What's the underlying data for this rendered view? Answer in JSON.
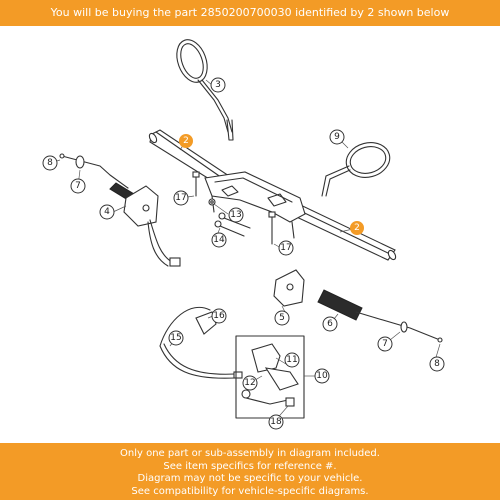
{
  "header": {
    "text": "You will be buying the part 2850200700030 identified by 2 shown below",
    "color": "#f39b26"
  },
  "diagram": {
    "title": "",
    "callouts": [
      {
        "id": "c2a",
        "label": "2",
        "highlighted": true
      },
      {
        "id": "c2b",
        "label": "2",
        "highlighted": true
      },
      {
        "id": "c3",
        "label": "3",
        "highlighted": false
      },
      {
        "id": "c4",
        "label": "4",
        "highlighted": false
      },
      {
        "id": "c5",
        "label": "5",
        "highlighted": false
      },
      {
        "id": "c6",
        "label": "6",
        "highlighted": false
      },
      {
        "id": "c7a",
        "label": "7",
        "highlighted": false
      },
      {
        "id": "c7b",
        "label": "7",
        "highlighted": false
      },
      {
        "id": "c8a",
        "label": "8",
        "highlighted": false
      },
      {
        "id": "c8b",
        "label": "8",
        "highlighted": false
      },
      {
        "id": "c9",
        "label": "9",
        "highlighted": false
      },
      {
        "id": "c10",
        "label": "10",
        "highlighted": false
      },
      {
        "id": "c11",
        "label": "11",
        "highlighted": false
      },
      {
        "id": "c12",
        "label": "12",
        "highlighted": false
      },
      {
        "id": "c13",
        "label": "13",
        "highlighted": false
      },
      {
        "id": "c14",
        "label": "14",
        "highlighted": false
      },
      {
        "id": "c15",
        "label": "15",
        "highlighted": false
      },
      {
        "id": "c16",
        "label": "16",
        "highlighted": false
      },
      {
        "id": "c17a",
        "label": "17",
        "highlighted": false
      },
      {
        "id": "c17b",
        "label": "17",
        "highlighted": false
      },
      {
        "id": "c18",
        "label": "18",
        "highlighted": false
      }
    ]
  },
  "footer": {
    "lines": [
      "Only one part or sub-assembly in diagram included.",
      "See item specifics for reference #.",
      "Diagram may not be specific to your vehicle.",
      "See compatibility for vehicle-specific diagrams."
    ]
  }
}
